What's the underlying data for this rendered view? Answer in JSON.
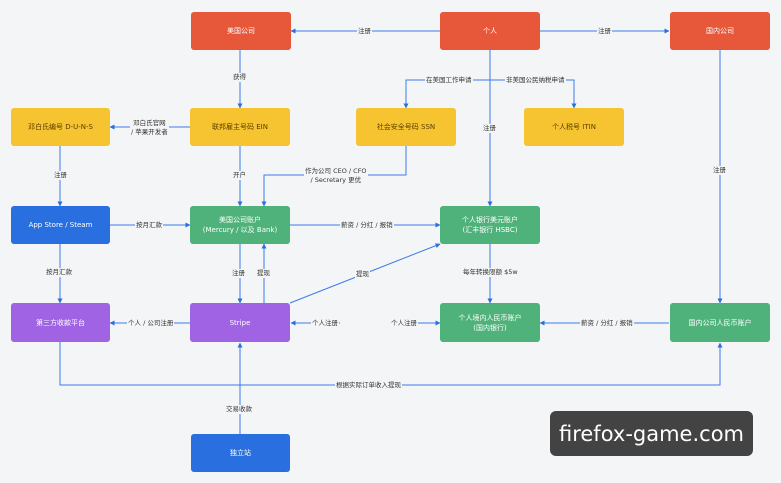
{
  "nodes": {
    "us_company": "美国公司",
    "person": "个人",
    "domestic_company": "国内公司",
    "duns": "邓白氏编号 D-U-N-S",
    "ein": "联邦雇主号码 EIN",
    "ssn": "社会安全号码 SSN",
    "itin": "个人税号 ITIN",
    "appstore": "App Store / Steam",
    "us_company_account": "美国公司账户\n(Mercury / 以及 Bank)",
    "personal_hk_account": "个人银行美元账户\n(汇丰银行 HSBC)",
    "third_party": "第三方收款平台",
    "stripe": "Stripe",
    "personal_cny_account": "个人境内人民币账户\n(国内银行)",
    "domestic_cny_account": "国内公司人民币账户",
    "standalone": "独立站"
  },
  "edge_labels": {
    "reg_us": "注册",
    "reg_domestic": "注册",
    "obtain": "获得",
    "work_in_us": "在美国工作申请",
    "non_us": "非美国公民纳税申请",
    "reg_person_down": "注册",
    "duns_site": "邓白氏官网\n/ 苹果开发者",
    "reg_duns": "注册",
    "open_account": "开户",
    "ceo_cfo": "作为公司 CEO / CFO\n/ Secretary 更优",
    "reg_domestic_down": "注册",
    "monthly_payout": "按月汇款",
    "salary1": "薪资 / 分红 / 报销",
    "monthly_payout2": "按月汇款",
    "reg_stripe": "注册",
    "withdraw": "提现",
    "withdraw2": "提现",
    "yearly_limit": "每年转换限额 $5w",
    "personal_company_reg": "个人 / 公司注册",
    "personal_reg_stripe": "个人注册",
    "personal_reg_cny": "个人注册",
    "salary2": "薪资 / 分红 / 报销",
    "withdraw_by_orders": "根据实际订单收入提现",
    "transaction_income": "交易收款"
  },
  "watermark": "firefox-game.com"
}
